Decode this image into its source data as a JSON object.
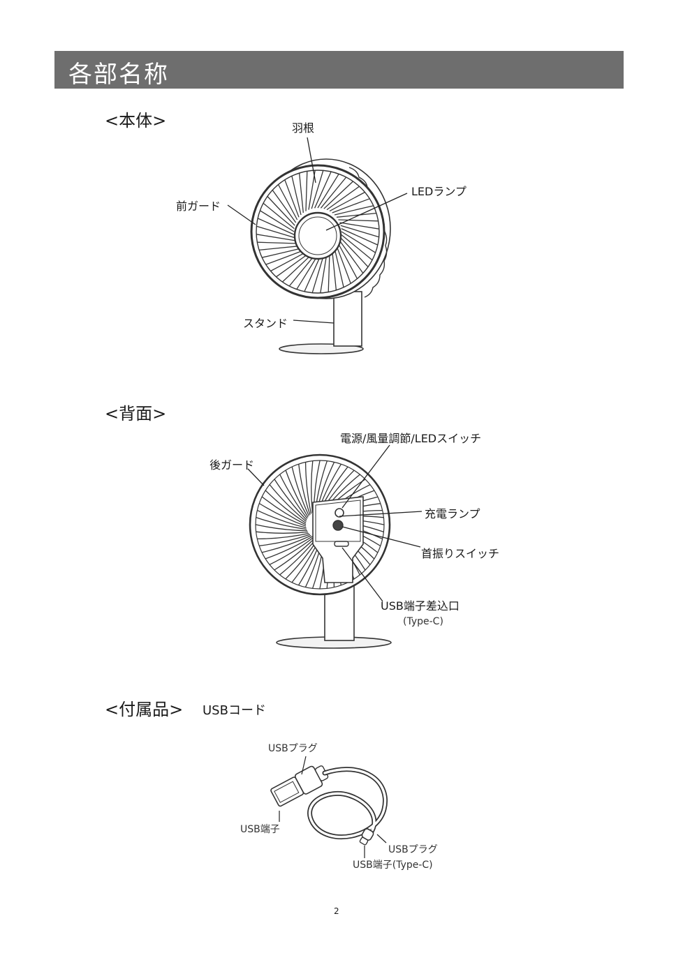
{
  "header": {
    "title": "各部名称"
  },
  "sections": {
    "body": {
      "title": "<本体>",
      "labels": {
        "blade": "羽根",
        "led_lamp": "LEDランプ",
        "front_guard": "前ガード",
        "stand": "スタンド"
      }
    },
    "back": {
      "title": "<背面>",
      "labels": {
        "power_switch": "電源/風量調節/LEDスイッチ",
        "rear_guard": "後ガード",
        "charge_lamp": "充電ランプ",
        "swing_switch": "首振りスイッチ",
        "usb_port": "USB端子差込口",
        "usb_port_type": "(Type-C)"
      }
    },
    "accessories": {
      "title": "<付属品>",
      "item": "USBコード",
      "labels": {
        "usb_plug_a": "USBプラグ",
        "usb_terminal_a": "USB端子",
        "usb_plug_c": "USBプラグ",
        "usb_terminal_c": "USB端子(Type-C)"
      }
    }
  },
  "page_number": "2"
}
